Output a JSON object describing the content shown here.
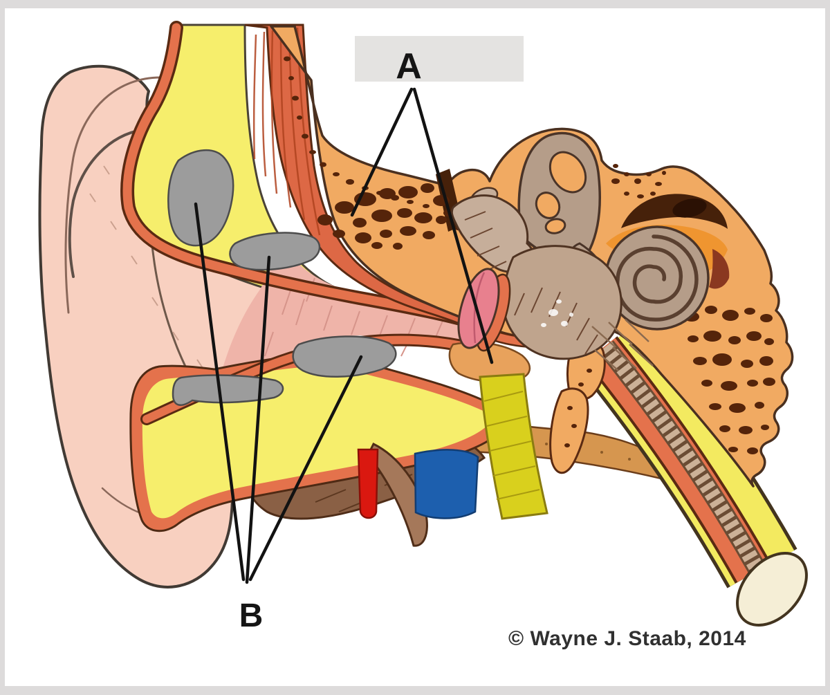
{
  "figure": {
    "type": "ear-anatomy-labeling-diagram",
    "labels": {
      "a": {
        "text": "A",
        "box_color": "#e4e3e1"
      },
      "b": {
        "text": "B"
      }
    },
    "credit": {
      "text": "© Wayne J. Staab, 2014"
    },
    "colors": {
      "background": "#ffffff",
      "frame": "#dddbdb",
      "skin_pinna": "#f8d0c0",
      "cartilage_yellow": "#f6ee6c",
      "lining_salmon": "#e4724c",
      "muscle_streak": "#dd6845",
      "bone_orange": "#f1aa62",
      "marrow_brown": "#55240a",
      "inner_ear_taupe": "#b59d89",
      "canal_pink": "#efb4a9",
      "eardrum_rose": "#e8808e",
      "cartilage_gray": "#9c9c9c",
      "muscle_brown": "#8a6045",
      "muscle_tan": "#d6964f",
      "artery_red": "#da1810",
      "vein_blue": "#1d5fae",
      "tube_yellow_dark": "#d9d01d",
      "tube_tip_cream": "#f5eed6",
      "leader_line": "#121212"
    }
  }
}
